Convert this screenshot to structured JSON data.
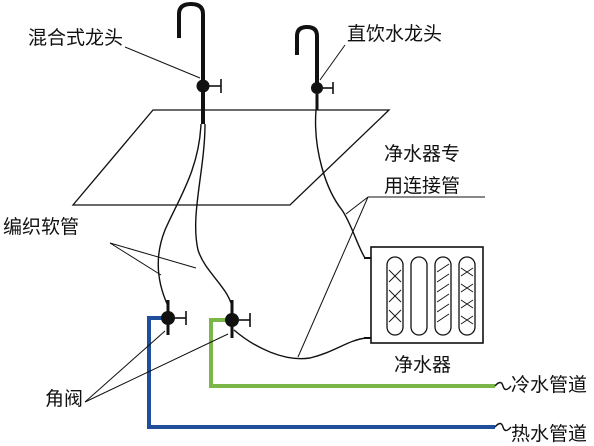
{
  "labels": {
    "mixing_faucet": "混合式龙头",
    "drinking_faucet": "直饮水龙头",
    "purifier_pipe_line1": "净水器专",
    "purifier_pipe_line2": "用连接管",
    "braided_hose": "编织软管",
    "angle_valve": "角阀",
    "water_purifier": "净水器",
    "cold_water_pipe": "冷水管道",
    "hot_water_pipe": "热水管道"
  },
  "colors": {
    "line": "#111111",
    "cold_pipe": "#7ab648",
    "hot_pipe": "#1f4e9a",
    "background": "#ffffff"
  }
}
